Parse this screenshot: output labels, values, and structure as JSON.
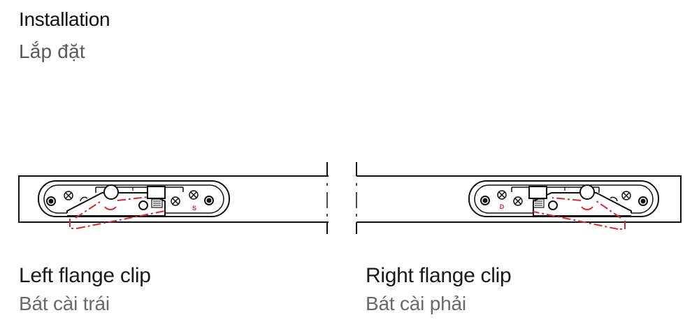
{
  "header": {
    "title": "Installation",
    "subtitle": "Lắp đặt"
  },
  "diagram": {
    "left_clip": {
      "marker": "S",
      "caption": "Left flange clip",
      "caption_vi": "Bát cài trái"
    },
    "right_clip": {
      "marker": "D",
      "caption": "Right flange clip",
      "caption_vi": "Bát cài phải"
    },
    "colors": {
      "line": "#111111",
      "accent": "#e0262b",
      "title": "#111111",
      "subtitle": "#5a5a5a"
    }
  }
}
